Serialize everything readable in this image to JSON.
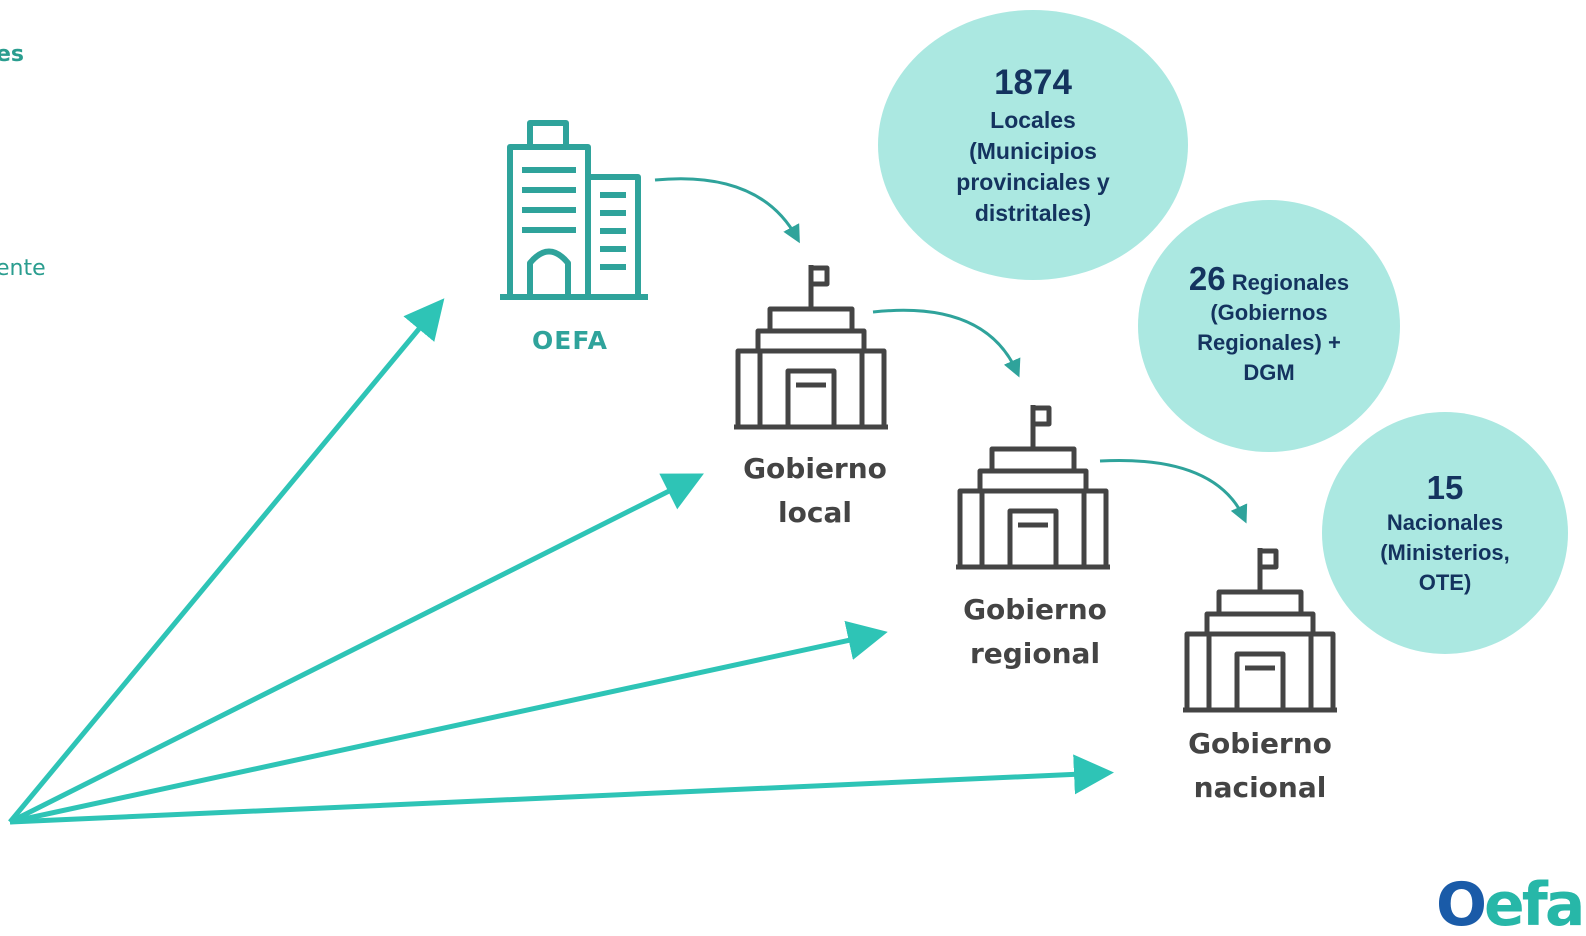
{
  "fragments": {
    "top_left": "es",
    "mid_left": "ente"
  },
  "nodes": {
    "oefa": {
      "label": "OEFA"
    },
    "local": {
      "line1": "Gobierno",
      "line2": "local"
    },
    "regional": {
      "line1": "Gobierno",
      "line2": "regional"
    },
    "nacional": {
      "line1": "Gobierno",
      "line2": "nacional"
    }
  },
  "bubbles": {
    "local": {
      "number": "1874",
      "lines": [
        "Locales",
        "(Municipios",
        "provinciales y",
        "distritales)"
      ]
    },
    "regional": {
      "number": "26",
      "first_word": "Regionales",
      "lines": [
        "(Gobiernos",
        "Regionales) +",
        "DGM"
      ]
    },
    "nacional": {
      "number": "15",
      "lines": [
        "Nacionales",
        "(Ministerios,",
        "OTE)"
      ]
    }
  },
  "logo": {
    "first": "O",
    "rest": "efa"
  },
  "colors": {
    "teal_arrow": "#2ec4b6",
    "bubble": "#abe8e1",
    "bubble_text": "#14335f",
    "icon_teal": "#2fa39b",
    "icon_gray": "#444444",
    "logo_blue": "#1a5ba8",
    "logo_teal": "#27b7a8"
  },
  "icons": {
    "oefa": "office-building-icon",
    "government": "government-building-icon"
  }
}
